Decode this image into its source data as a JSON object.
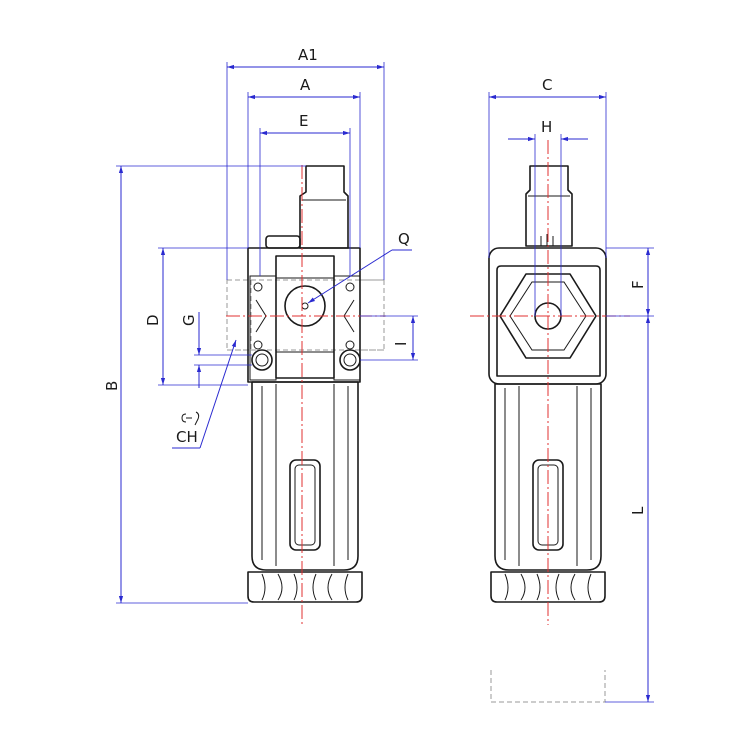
{
  "labels": {
    "A1": "A1",
    "A": "A",
    "E": "E",
    "B": "B",
    "D": "D",
    "G": "G",
    "I": "I",
    "Q": "Q",
    "CH": "CH",
    "C": "C",
    "H": "H",
    "F": "F",
    "L": "L"
  },
  "colors": {
    "dimension": "#2a2ad0",
    "centerline": "#e03030",
    "outline": "#1a1a1a",
    "hidden": "#9a9a9a"
  }
}
